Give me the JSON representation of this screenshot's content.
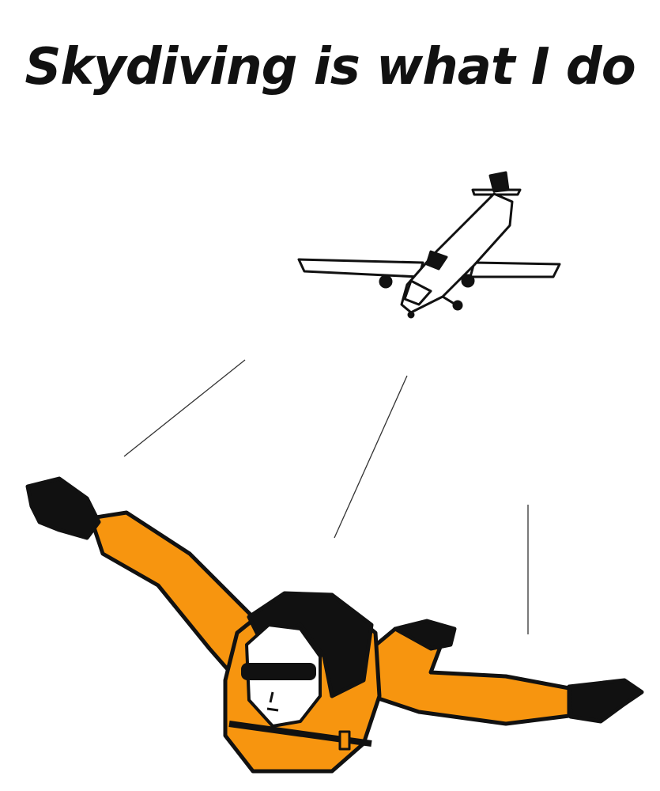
{
  "title": "Skydiving is what I do",
  "colors": {
    "suit": "#F7950F",
    "ink": "#111111",
    "background": "#FFFFFF"
  },
  "icons": [
    "airplane-illustration",
    "skydiver-illustration"
  ]
}
